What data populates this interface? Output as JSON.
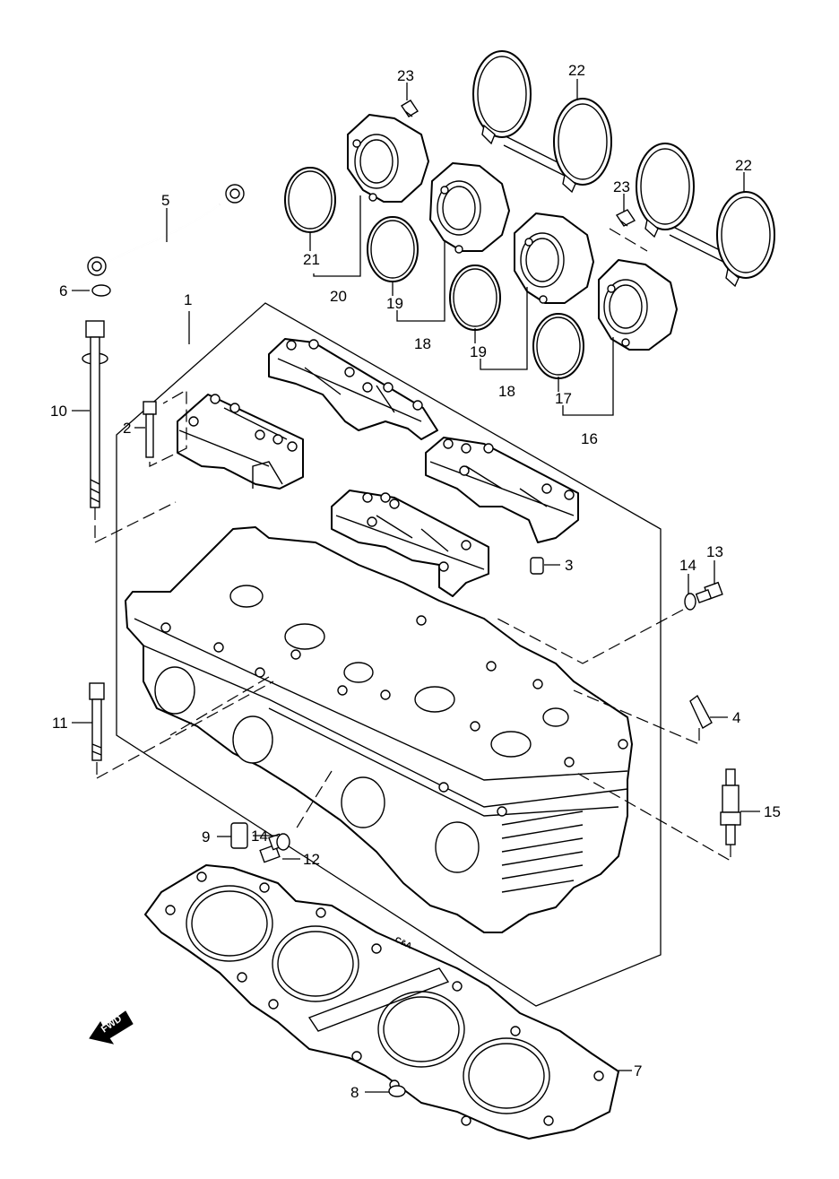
{
  "callouts": {
    "c1": "1",
    "c2": "2",
    "c3": "3",
    "c4": "4",
    "c5": "5",
    "c6": "6",
    "c7": "7",
    "c8": "8",
    "c9": "9",
    "c10": "10",
    "c11": "11",
    "c12": "12",
    "c13": "13",
    "c14a": "14",
    "c14b": "14",
    "c15": "15",
    "c16": "16",
    "c17": "17",
    "c18a": "18",
    "c18b": "18",
    "c19a": "19",
    "c19b": "19",
    "c20": "20",
    "c21": "21",
    "c22a": "22",
    "c22b": "22",
    "c23a": "23",
    "c23b": "23"
  },
  "fwd_label": "FWD",
  "gasket_text": "C&A"
}
